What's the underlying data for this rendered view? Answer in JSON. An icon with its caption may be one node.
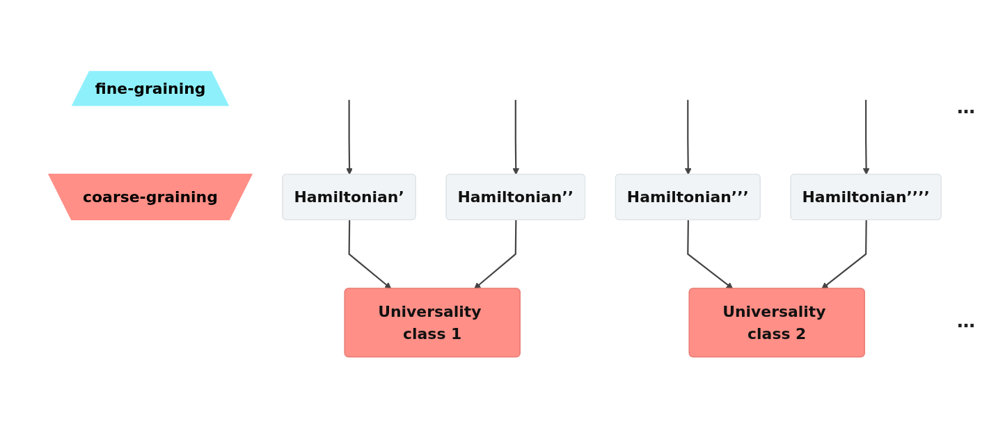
{
  "diagram": {
    "nodes": [
      {
        "text": [
          "fine-graining"
        ]
      },
      {
        "text": [
          "coarse-graining"
        ]
      },
      {
        "text": [
          "Hamiltonian’"
        ]
      },
      {
        "text": [
          "Hamiltonian’’"
        ]
      },
      {
        "text": [
          "Hamiltonian’’’"
        ]
      },
      {
        "text": [
          "Hamiltonian’’’’"
        ]
      },
      {
        "text": [
          "Universality class 1"
        ]
      },
      {
        "text": [
          "Universality class 2"
        ]
      }
    ],
    "edges": [
      {
        "from": null,
        "to": 2,
        "arrow": "to"
      },
      {
        "from": null,
        "to": 3,
        "arrow": "to"
      },
      {
        "from": null,
        "to": 4,
        "arrow": "to"
      },
      {
        "from": null,
        "to": 5,
        "arrow": "to"
      },
      {
        "from": 2,
        "to": 6,
        "arrow": "to"
      },
      {
        "from": 3,
        "to": 6,
        "arrow": "to"
      },
      {
        "from": 4,
        "to": 7,
        "arrow": "to"
      },
      {
        "from": 5,
        "to": 7,
        "arrow": "to"
      }
    ],
    "labels": [
      "…",
      "…"
    ]
  }
}
